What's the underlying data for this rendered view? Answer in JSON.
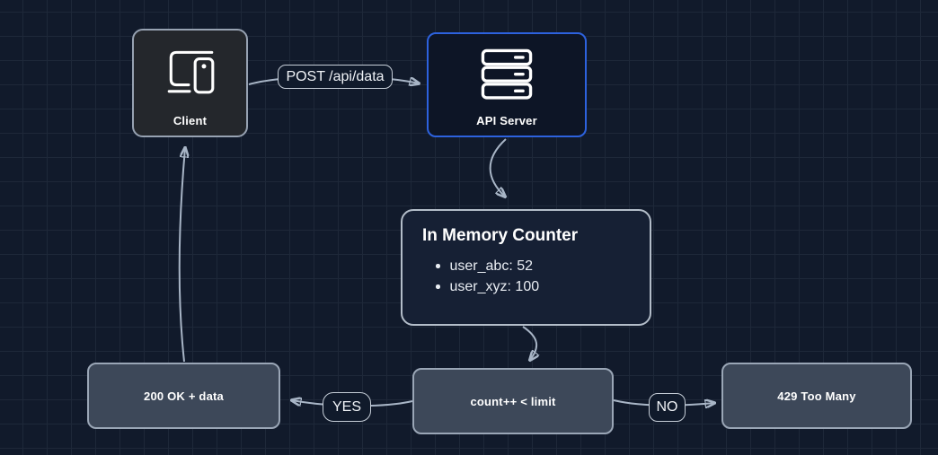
{
  "canvas": {
    "background_color": "#111a2b",
    "grid_color": "#1e2839"
  },
  "colors": {
    "accent_blue": "#2d62de",
    "arrow": "#a8b5c6",
    "result_node_fill": "#3d4859",
    "client_node_fill": "#24272c",
    "api_node_fill": "#0d1526",
    "counter_node_fill": "#162034"
  },
  "nodes": {
    "client": {
      "label": "Client",
      "icon": "devices-icon"
    },
    "api_server": {
      "label": "API Server",
      "icon": "server-stack-icon"
    },
    "counter": {
      "title": "In Memory Counter",
      "items": [
        "user_abc: 52",
        "user_xyz: 100"
      ]
    },
    "ok": {
      "label": "200 OK + data"
    },
    "decision": {
      "label": "count++ < limit"
    },
    "too_many": {
      "label": "429 Too Many"
    }
  },
  "edges": {
    "post": {
      "label": "POST /api/data"
    },
    "yes": {
      "label": "YES"
    },
    "no": {
      "label": "NO"
    }
  }
}
